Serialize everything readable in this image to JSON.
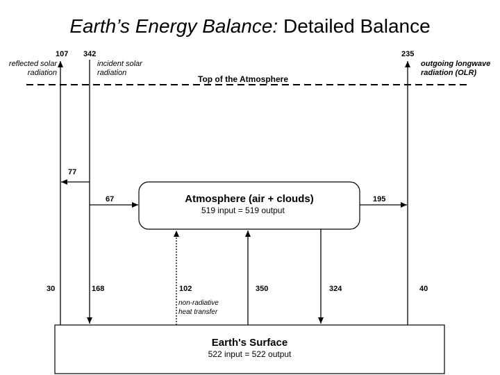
{
  "title": {
    "lead": "Earth’s Energy Balance:",
    "rest": " Detailed Balance"
  },
  "top_of_atmosphere": "Top of the Atmosphere",
  "reflected": {
    "value": "107",
    "label_line1": "reflected solar",
    "label_line2": "radiation"
  },
  "incident": {
    "value": "342",
    "label_line1": "incident solar",
    "label_line2": "radiation"
  },
  "olr": {
    "value": "235",
    "label_line1": "outgoing longwave",
    "label_line2": "radiation (OLR)"
  },
  "atmosphere_reflected": "77",
  "atmosphere_absorbed_solar": "67",
  "atmosphere_emitted_up": "195",
  "atmosphere_box": {
    "name": "Atmosphere (air + clouds)",
    "balance": "519 input = 519 output"
  },
  "surface_box": {
    "name": "Earth's Surface",
    "balance": "522 input = 522 output"
  },
  "surface_flows": {
    "reflected_by_surface": "30",
    "absorbed_solar": "168",
    "non_radiative": "102",
    "non_radiative_line1": "non-radiative",
    "non_radiative_line2": "heat transfer",
    "longwave_up": "350",
    "back_radiation": "324",
    "window": "40"
  }
}
